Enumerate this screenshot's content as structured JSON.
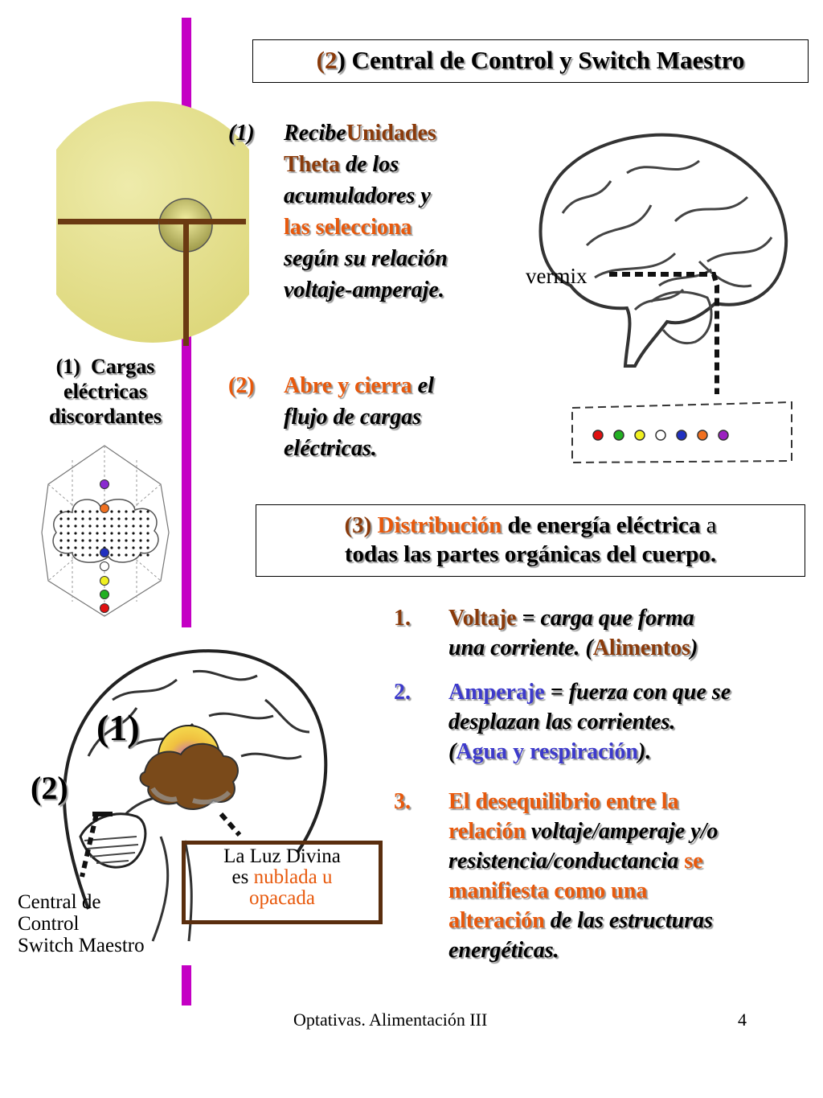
{
  "title": {
    "num": "(2",
    "rest": ") Central de Control y Switch Maestro"
  },
  "section1": {
    "num": "(1)",
    "lines": [
      {
        "a": "Recibe",
        "b": "Unidades"
      },
      {
        "a": "Theta",
        "b": " de los"
      },
      {
        "a": "acumuladores y"
      },
      {
        "a": "las selecciona"
      },
      {
        "a": "según su relación"
      },
      {
        "a": "voltaje-amperaje."
      }
    ]
  },
  "section2": {
    "num": "(2)",
    "lines": [
      {
        "a": "Abre y cierra",
        "b": " el"
      },
      {
        "a": "flujo de cargas"
      },
      {
        "a": "eléctricas."
      }
    ]
  },
  "vermix": "vermix",
  "cargas_caption": {
    "num": "(1)",
    "line1": "Cargas",
    "line2": "eléctricas",
    "line3": "discordantes"
  },
  "distribution": {
    "num": "(3)",
    "word": "Distribución",
    "mid": " de energía eléctrica",
    "tail": " a",
    "line2": "todas las partes orgánicas del cuerpo."
  },
  "list": [
    {
      "n": "1.",
      "l1a": "Voltaje",
      "l1b": " = carga  que forma",
      "l2a": "una corriente. (",
      "l2b": "Alimentos",
      "l2c": ")"
    },
    {
      "n": "2.",
      "l1a": "Amperaje",
      "l1b": " = fuerza con que se",
      "l2": "desplazan las corrientes.",
      "l3a": "(",
      "l3b": "Agua y  respiración",
      "l3c": ")."
    },
    {
      "n": "3.",
      "l1": "El desequilibrio entre la",
      "l2a": "relación",
      "l2b": " voltaje/amperaje y/o",
      "l3a": "resistencia/conductancia ",
      "l3b": "se",
      "l4": "manifiesta como  una",
      "l5a": "alteración",
      "l5b": " de las estructuras",
      "l6": "energéticas."
    }
  ],
  "head_labels": {
    "one": "(1)",
    "two": "(2)"
  },
  "light_box": {
    "line1": "La Luz Divina",
    "es": "es ",
    "orange1": "nublada u",
    "orange2": "opacada"
  },
  "central_caption": {
    "line1": "Central de",
    "line2": "Control",
    "line3": "Switch Maestro"
  },
  "footer": "Optativas. Alimentación III",
  "page_number": "4",
  "colors": {
    "accent_orange": "#e8590c",
    "accent_brown": "#8a3a0a",
    "accent_blue": "#3d3acb",
    "bar_magenta": "#c400c4",
    "disc_yellow": "#e6e38a",
    "cross_brown": "#6b3a12"
  },
  "switch_lights": [
    "#e01010",
    "#22b022",
    "#f0f020",
    "#ffffff",
    "#2030c0",
    "#f07020",
    "#9b20c0"
  ],
  "chakra_dots": [
    "#8a2bd0",
    "#f07020",
    "#2030c0",
    "#ffffff",
    "#f0f020",
    "#22b022",
    "#e01010"
  ]
}
